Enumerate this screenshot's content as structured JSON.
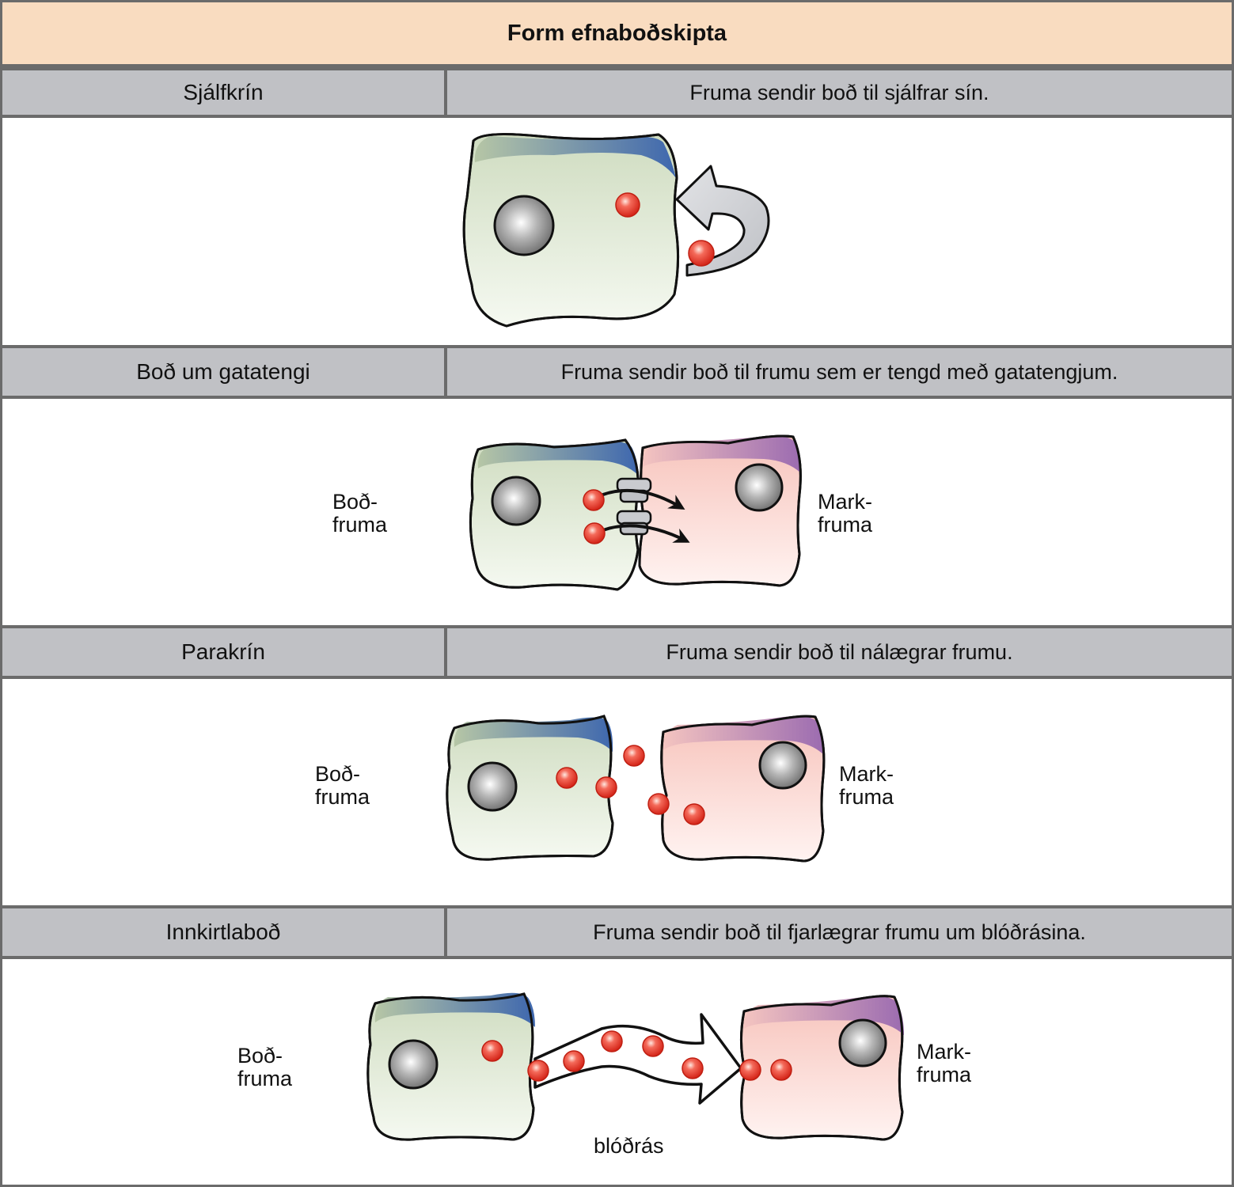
{
  "title": "Form efnaboðskipta",
  "sections": [
    {
      "name": "Sjálfkrín",
      "description": "Fruma sendir boð til sjálfrar sín."
    },
    {
      "name": "Boð um gatatengi",
      "description": "Fruma sendir boð til frumu sem er tengd með gatatengjum."
    },
    {
      "name": "Parakrín",
      "description": "Fruma sendir boð til nálægrar frumu."
    },
    {
      "name": "Innkirtlaboð",
      "description": "Fruma sendir boð til fjarlægrar frumu um blóðrásina."
    }
  ],
  "labels": {
    "sender_line1": "Boð-",
    "sender_line2": "fruma",
    "target_line1": "Mark-",
    "target_line2": "fruma",
    "bloodstream": "blóðrás"
  },
  "colors": {
    "header_title_bg": "#f9dcc0",
    "header_row_bg": "#c0c1c5",
    "sender_cell": "#d9e3cd",
    "target_cell": "#f8cbc4",
    "signal": "#e8332a"
  }
}
